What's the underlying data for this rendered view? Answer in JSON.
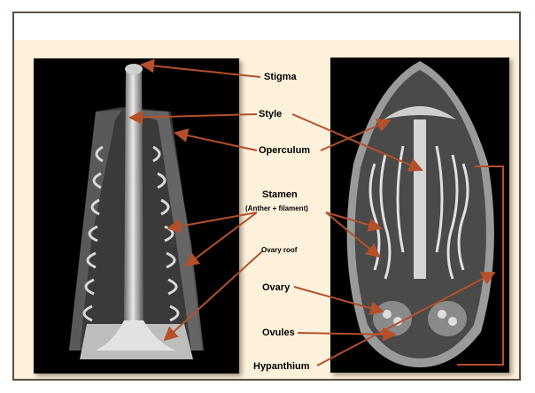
{
  "labels": {
    "stigma": "Stigma",
    "style": "Style",
    "operculum": "Operculum",
    "stamen": "Stamen",
    "stamen_note": "(Anther + filament)",
    "ovary_roof": "Ovary roof",
    "ovary": "Ovary",
    "ovules": "Ovules",
    "hypanthium": "Hypanthium"
  },
  "colors": {
    "arrow": "#b5502a",
    "background": "#fdf1dc",
    "panel": "#000000"
  }
}
